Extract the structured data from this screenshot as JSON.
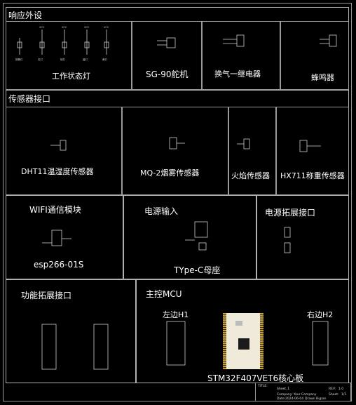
{
  "sections": {
    "peripherals": "响应外设",
    "sensors": "传感器接口",
    "wifi": "WIFI通信模块",
    "power_in": "电源输入",
    "power_ext": "电源拓展接口",
    "func_ext": "功能拓展接口",
    "mcu": "主控MCU"
  },
  "captions": {
    "status_led": "工作状态灯",
    "servo": "SG-90舵机",
    "relay": "换气一继电器",
    "buzzer": "蜂鸣器",
    "dht11": "DHT11温湿度传感器",
    "mq2": "MQ-2烟雾传感器",
    "flame": "火焰传感器",
    "hx711": "HX711称重传感器",
    "esp": "esp266-01S",
    "typec": "TYpe-C母座",
    "left_h1": "左边H1",
    "right_h2": "右边H2",
    "core": "STM32F407VET6核心板"
  },
  "title_block": {
    "title_label": "TITLE:",
    "title_value": "Sheet_1",
    "rev_label": "REV:",
    "rev_value": "1.0",
    "company_label": "Company:",
    "company_value": "Your Company",
    "date_label": "Date:",
    "date_value": "2024-06-04",
    "drawn_label": "Drawn By:",
    "drawn_value": "pan",
    "sheet_label": "Sheet:",
    "sheet_value": "1/1"
  },
  "colors": {
    "background": "#000000",
    "border": "#9a9a9a",
    "wire": "#cfcfcf"
  }
}
